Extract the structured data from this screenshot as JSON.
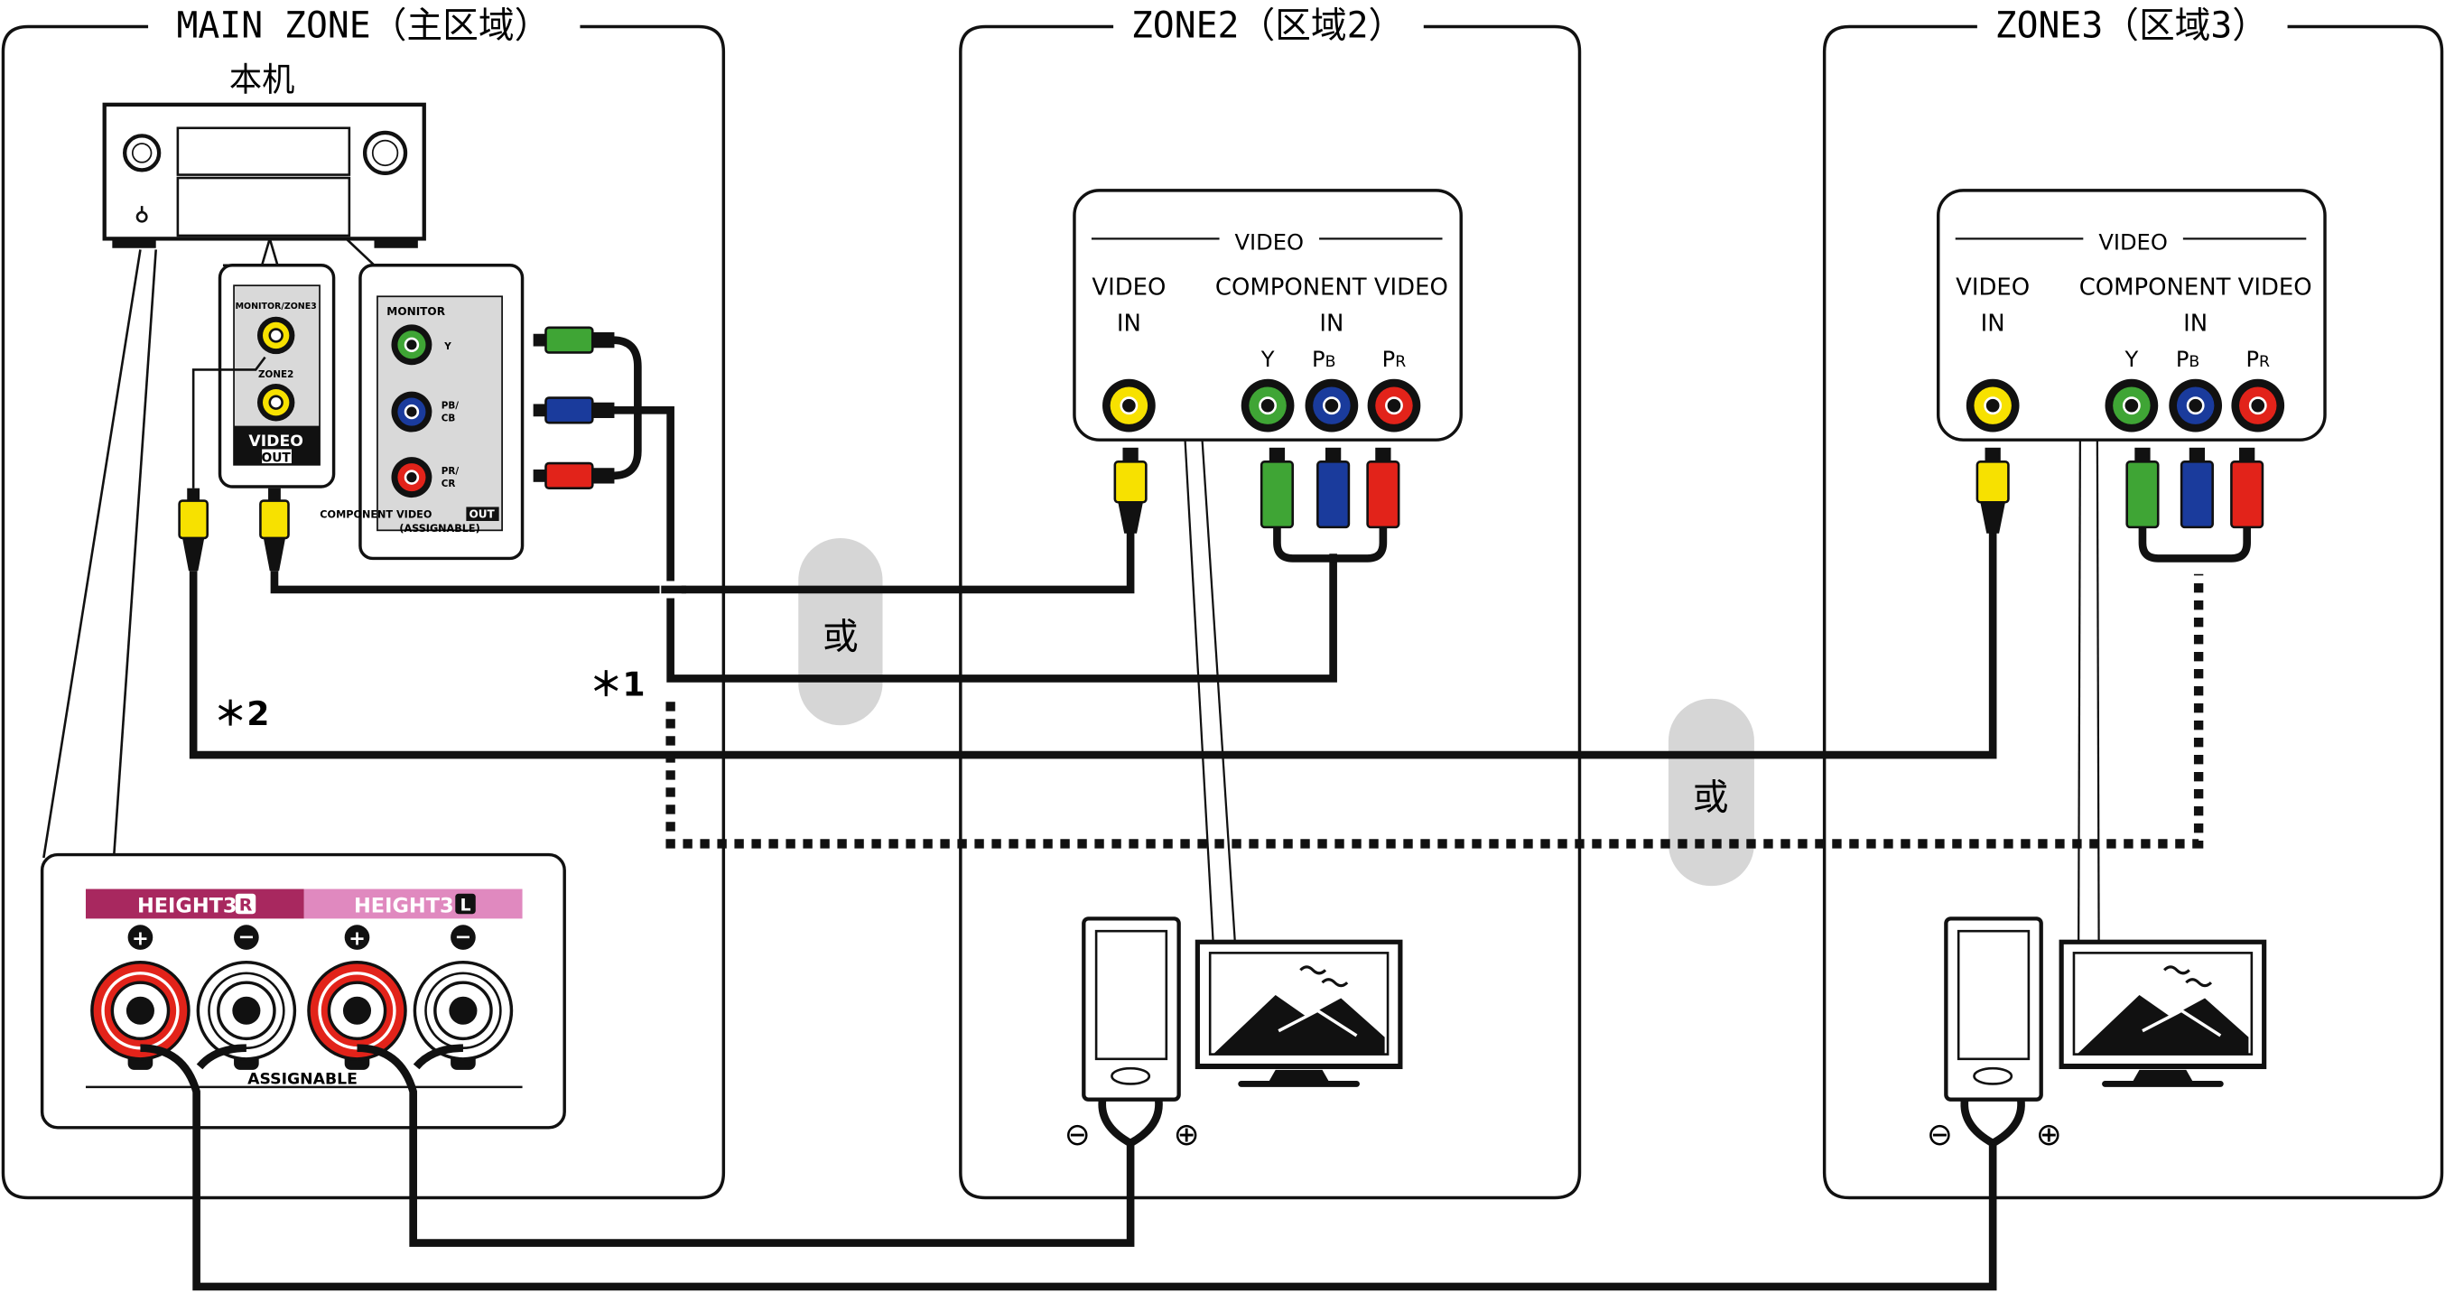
{
  "colors": {
    "cable": "#111111",
    "yellow": "#f7e100",
    "green": "#3fa535",
    "blue": "#1a3b9c",
    "red": "#e2231a",
    "panel_gray": "#d9d9d9",
    "or_bubble": "#d6d6d6",
    "height_r_band": "#a8285f",
    "height_l_band": "#e089bf",
    "terminal_red": "#e2231a"
  },
  "zones": {
    "main": {
      "title": "MAIN ZONE（主区域）",
      "unit_label": "本机"
    },
    "zone2": {
      "title": "ZONE2（区域2）"
    },
    "zone3": {
      "title": "ZONE3（区域3）"
    }
  },
  "receiver_video_out": {
    "monitor_zone3": "MONITOR/ZONE3",
    "zone2": "ZONE2",
    "video": "VIDEO",
    "out": "OUT"
  },
  "receiver_component_out": {
    "monitor": "MONITOR",
    "y": "Y",
    "pb": "PB/",
    "cb": "CB",
    "pr": "PR/",
    "cr": "CR",
    "component_video": "COMPONENT VIDEO",
    "out": "OUT",
    "assignable": "(ASSIGNABLE)"
  },
  "zone_panel": {
    "video_header": "VIDEO",
    "video_in_line1": "VIDEO",
    "video_in_line2": "IN",
    "component_line1": "COMPONENT VIDEO",
    "component_line2": "IN",
    "y": "Y",
    "p_letter": "P",
    "b_sub": "B",
    "r_sub": "R"
  },
  "speaker_terminals": {
    "height3_r": "HEIGHT3",
    "height3_l": "HEIGHT3",
    "r_badge": "R",
    "l_badge": "L",
    "assignable": "ASSIGNABLE",
    "plus": "+",
    "minus": "−"
  },
  "speaker_polarity": {
    "minus": "⊖",
    "plus": "⊕"
  },
  "notes": {
    "or": "或",
    "note1": "＊1",
    "note2": "＊2"
  }
}
